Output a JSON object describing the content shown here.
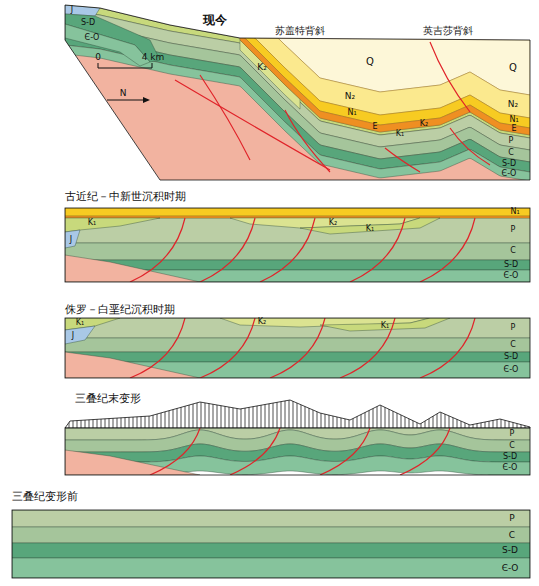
{
  "diagram": {
    "labels": [
      "现今",
      "苏盖特背斜",
      "英吉莎背斜",
      "0",
      "4 km",
      "N",
      "J",
      "S-D",
      "Є-O",
      "K₂",
      "Q",
      "N₂",
      "N₁",
      "E",
      "K₁",
      "K₂",
      "Q",
      "N₂",
      "N₁",
      "E",
      "P",
      "C",
      "S-D",
      "Є-O",
      "古近纪－中新世沉积时期",
      "N₁",
      "K₂",
      "K₁",
      "K₁",
      "J",
      "P",
      "C",
      "S-D",
      "Є-O",
      "侏罗－白垩纪沉积时期",
      "K₁",
      "J",
      "K₂",
      "K₁",
      "P",
      "C",
      "S-D",
      "Є-O",
      "三叠纪末变形",
      "P",
      "C",
      "S-D",
      "Є-O",
      "三叠纪变形前",
      "P",
      "C",
      "S-D",
      "Є-O"
    ]
  }
}
